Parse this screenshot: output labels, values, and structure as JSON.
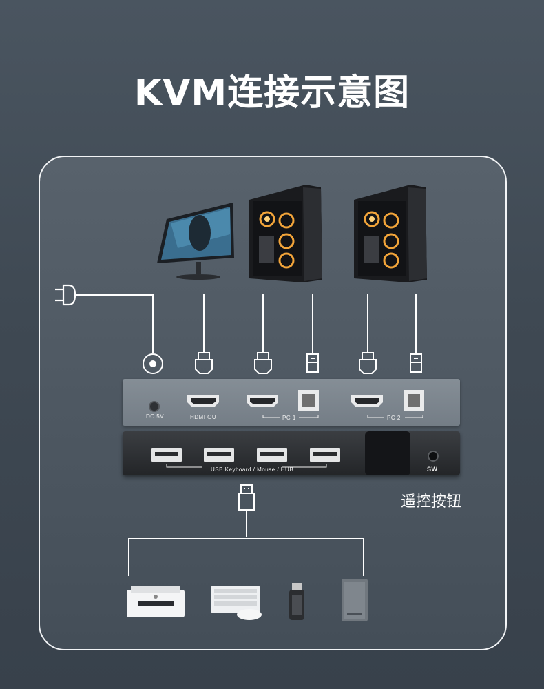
{
  "title": "KVM连接示意图",
  "device": {
    "back_panel": {
      "dc_label": "DC 5V",
      "hdmi_out_label": "HDMI OUT",
      "pc1_label": "PC 1",
      "pc2_label": "PC 2"
    },
    "front_panel": {
      "usb_label": "USB  Keyboard / Mouse / HUB",
      "sw_label": "SW"
    }
  },
  "remote_button_label": "遥控按钮",
  "top_devices": [
    "monitor-icon",
    "pc-tower-icon",
    "pc-tower-icon"
  ],
  "bottom_devices": [
    "printer-icon",
    "keyboard-mouse-icon",
    "usb-flash-drive-icon",
    "external-hdd-icon"
  ],
  "colors": {
    "background": "#434d57",
    "frame_border": "#f2f4f6",
    "wire": "#ffffff"
  }
}
